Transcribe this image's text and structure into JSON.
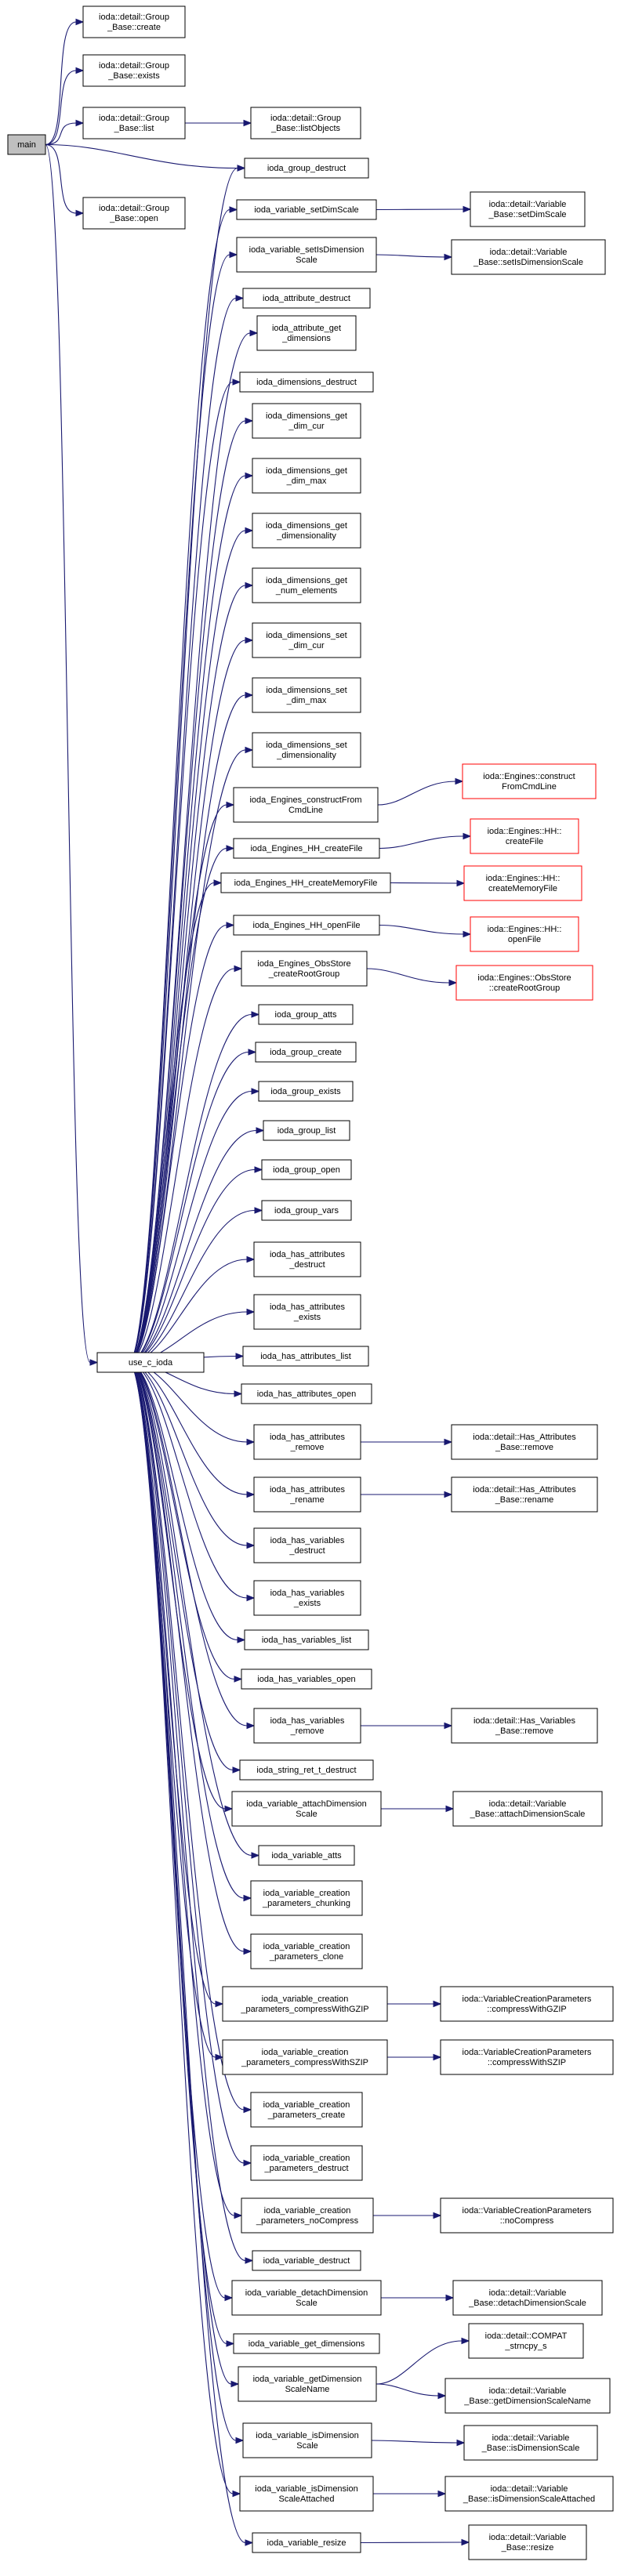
{
  "diagram": {
    "colors": {
      "edge": "#191970",
      "node_border": "#000000",
      "node_fill": "#ffffff",
      "root_fill": "#bfbfbf",
      "external_border": "#ff0000"
    },
    "nodes": [
      {
        "id": "main",
        "lines": [
          "main"
        ],
        "root": true
      },
      {
        "id": "grp_create",
        "lines": [
          "ioda::detail::Group",
          "_Base::create"
        ]
      },
      {
        "id": "grp_exists",
        "lines": [
          "ioda::detail::Group",
          "_Base::exists"
        ]
      },
      {
        "id": "grp_list",
        "lines": [
          "ioda::detail::Group",
          "_Base::list"
        ]
      },
      {
        "id": "grp_listobjects",
        "lines": [
          "ioda::detail::Group",
          "_Base::listObjects"
        ]
      },
      {
        "id": "grp_open",
        "lines": [
          "ioda::detail::Group",
          "_Base::open"
        ]
      },
      {
        "id": "group_destruct",
        "lines": [
          "ioda_group_destruct"
        ]
      },
      {
        "id": "use_c_ioda",
        "lines": [
          "use_c_ioda"
        ]
      },
      {
        "id": "var_setdimscale",
        "lines": [
          "ioda_variable_setDimScale"
        ]
      },
      {
        "id": "vb_setdimscale",
        "lines": [
          "ioda::detail::Variable",
          "_Base::setDimScale"
        ]
      },
      {
        "id": "var_setisdimscale",
        "lines": [
          "ioda_variable_setIsDimension",
          "Scale"
        ]
      },
      {
        "id": "vb_setisdimscale",
        "lines": [
          "ioda::detail::Variable",
          "_Base::setIsDimensionScale"
        ]
      },
      {
        "id": "attr_destruct",
        "lines": [
          "ioda_attribute_destruct"
        ]
      },
      {
        "id": "attr_get_dims",
        "lines": [
          "ioda_attribute_get",
          "_dimensions"
        ]
      },
      {
        "id": "dims_destruct",
        "lines": [
          "ioda_dimensions_destruct"
        ]
      },
      {
        "id": "dims_get_dim_cur",
        "lines": [
          "ioda_dimensions_get",
          "_dim_cur"
        ]
      },
      {
        "id": "dims_get_dim_max",
        "lines": [
          "ioda_dimensions_get",
          "_dim_max"
        ]
      },
      {
        "id": "dims_get_dimensionality",
        "lines": [
          "ioda_dimensions_get",
          "_dimensionality"
        ]
      },
      {
        "id": "dims_get_num_elements",
        "lines": [
          "ioda_dimensions_get",
          "_num_elements"
        ]
      },
      {
        "id": "dims_set_dim_cur",
        "lines": [
          "ioda_dimensions_set",
          "_dim_cur"
        ]
      },
      {
        "id": "dims_set_dim_max",
        "lines": [
          "ioda_dimensions_set",
          "_dim_max"
        ]
      },
      {
        "id": "dims_set_dimensionality",
        "lines": [
          "ioda_dimensions_set",
          "_dimensionality"
        ]
      },
      {
        "id": "eng_construct",
        "lines": [
          "ioda_Engines_constructFrom",
          "CmdLine"
        ]
      },
      {
        "id": "ext_construct",
        "lines": [
          "ioda::Engines::construct",
          "FromCmdLine"
        ],
        "external": true
      },
      {
        "id": "eng_hh_createfile",
        "lines": [
          "ioda_Engines_HH_createFile"
        ]
      },
      {
        "id": "ext_hh_createfile",
        "lines": [
          "ioda::Engines::HH::",
          "createFile"
        ],
        "external": true
      },
      {
        "id": "eng_hh_creatememfile",
        "lines": [
          "ioda_Engines_HH_createMemoryFile"
        ]
      },
      {
        "id": "ext_hh_creatememfile",
        "lines": [
          "ioda::Engines::HH::",
          "createMemoryFile"
        ],
        "external": true
      },
      {
        "id": "eng_hh_openfile",
        "lines": [
          "ioda_Engines_HH_openFile"
        ]
      },
      {
        "id": "ext_hh_openfile",
        "lines": [
          "ioda::Engines::HH::",
          "openFile"
        ],
        "external": true
      },
      {
        "id": "eng_obsstore",
        "lines": [
          "ioda_Engines_ObsStore",
          "_createRootGroup"
        ]
      },
      {
        "id": "ext_obsstore",
        "lines": [
          "ioda::Engines::ObsStore",
          "::createRootGroup"
        ],
        "external": true
      },
      {
        "id": "group_atts",
        "lines": [
          "ioda_group_atts"
        ]
      },
      {
        "id": "group_create",
        "lines": [
          "ioda_group_create"
        ]
      },
      {
        "id": "group_exists",
        "lines": [
          "ioda_group_exists"
        ]
      },
      {
        "id": "group_list",
        "lines": [
          "ioda_group_list"
        ]
      },
      {
        "id": "group_open",
        "lines": [
          "ioda_group_open"
        ]
      },
      {
        "id": "group_vars",
        "lines": [
          "ioda_group_vars"
        ]
      },
      {
        "id": "ha_destruct",
        "lines": [
          "ioda_has_attributes",
          "_destruct"
        ]
      },
      {
        "id": "ha_exists",
        "lines": [
          "ioda_has_attributes",
          "_exists"
        ]
      },
      {
        "id": "ha_list",
        "lines": [
          "ioda_has_attributes_list"
        ]
      },
      {
        "id": "ha_open",
        "lines": [
          "ioda_has_attributes_open"
        ]
      },
      {
        "id": "ha_remove",
        "lines": [
          "ioda_has_attributes",
          "_remove"
        ]
      },
      {
        "id": "hab_remove",
        "lines": [
          "ioda::detail::Has_Attributes",
          "_Base::remove"
        ]
      },
      {
        "id": "ha_rename",
        "lines": [
          "ioda_has_attributes",
          "_rename"
        ]
      },
      {
        "id": "hab_rename",
        "lines": [
          "ioda::detail::Has_Attributes",
          "_Base::rename"
        ]
      },
      {
        "id": "hv_destruct",
        "lines": [
          "ioda_has_variables",
          "_destruct"
        ]
      },
      {
        "id": "hv_exists",
        "lines": [
          "ioda_has_variables",
          "_exists"
        ]
      },
      {
        "id": "hv_list",
        "lines": [
          "ioda_has_variables_list"
        ]
      },
      {
        "id": "hv_open",
        "lines": [
          "ioda_has_variables_open"
        ]
      },
      {
        "id": "hv_remove",
        "lines": [
          "ioda_has_variables",
          "_remove"
        ]
      },
      {
        "id": "hvb_remove",
        "lines": [
          "ioda::detail::Has_Variables",
          "_Base::remove"
        ]
      },
      {
        "id": "string_ret",
        "lines": [
          "ioda_string_ret_t_destruct"
        ]
      },
      {
        "id": "var_attachdimscale",
        "lines": [
          "ioda_variable_attachDimension",
          "Scale"
        ]
      },
      {
        "id": "vb_attachdimscale",
        "lines": [
          "ioda::detail::Variable",
          "_Base::attachDimensionScale"
        ]
      },
      {
        "id": "var_atts",
        "lines": [
          "ioda_variable_atts"
        ]
      },
      {
        "id": "vcp_chunking",
        "lines": [
          "ioda_variable_creation",
          "_parameters_chunking"
        ]
      },
      {
        "id": "vcp_clone",
        "lines": [
          "ioda_variable_creation",
          "_parameters_clone"
        ]
      },
      {
        "id": "vcp_gzip",
        "lines": [
          "ioda_variable_creation",
          "_parameters_compressWithGZIP"
        ]
      },
      {
        "id": "ext_gzip",
        "lines": [
          "ioda::VariableCreationParameters",
          "::compressWithGZIP"
        ]
      },
      {
        "id": "vcp_szip",
        "lines": [
          "ioda_variable_creation",
          "_parameters_compressWithSZIP"
        ]
      },
      {
        "id": "ext_szip",
        "lines": [
          "ioda::VariableCreationParameters",
          "::compressWithSZIP"
        ]
      },
      {
        "id": "vcp_create",
        "lines": [
          "ioda_variable_creation",
          "_parameters_create"
        ]
      },
      {
        "id": "vcp_destruct",
        "lines": [
          "ioda_variable_creation",
          "_parameters_destruct"
        ]
      },
      {
        "id": "vcp_nocompress",
        "lines": [
          "ioda_variable_creation",
          "_parameters_noCompress"
        ]
      },
      {
        "id": "ext_nocompress",
        "lines": [
          "ioda::VariableCreationParameters",
          "::noCompress"
        ]
      },
      {
        "id": "var_destruct",
        "lines": [
          "ioda_variable_destruct"
        ]
      },
      {
        "id": "var_detachdimscale",
        "lines": [
          "ioda_variable_detachDimension",
          "Scale"
        ]
      },
      {
        "id": "vb_detachdimscale",
        "lines": [
          "ioda::detail::Variable",
          "_Base::detachDimensionScale"
        ]
      },
      {
        "id": "var_get_dims",
        "lines": [
          "ioda_variable_get_dimensions"
        ]
      },
      {
        "id": "var_getdimscalename",
        "lines": [
          "ioda_variable_getDimension",
          "ScaleName"
        ]
      },
      {
        "id": "compat_strncpy",
        "lines": [
          "ioda::detail::COMPAT",
          "_strncpy_s"
        ]
      },
      {
        "id": "vb_getdimscalename",
        "lines": [
          "ioda::detail::Variable",
          "_Base::getDimensionScaleName"
        ]
      },
      {
        "id": "var_isdimscale",
        "lines": [
          "ioda_variable_isDimension",
          "Scale"
        ]
      },
      {
        "id": "vb_isdimscale",
        "lines": [
          "ioda::detail::Variable",
          "_Base::isDimensionScale"
        ]
      },
      {
        "id": "var_isdimscaleattached",
        "lines": [
          "ioda_variable_isDimension",
          "ScaleAttached"
        ]
      },
      {
        "id": "vb_isdimscaleattached",
        "lines": [
          "ioda::detail::Variable",
          "_Base::isDimensionScaleAttached"
        ]
      },
      {
        "id": "var_resize",
        "lines": [
          "ioda_variable_resize"
        ]
      },
      {
        "id": "vb_resize",
        "lines": [
          "ioda::detail::Variable",
          "_Base::resize"
        ]
      }
    ],
    "edges": [
      [
        "main",
        "grp_create"
      ],
      [
        "main",
        "grp_exists"
      ],
      [
        "main",
        "grp_list"
      ],
      [
        "main",
        "group_destruct"
      ],
      [
        "main",
        "grp_open"
      ],
      [
        "main",
        "use_c_ioda"
      ],
      [
        "grp_list",
        "grp_listobjects"
      ],
      [
        "use_c_ioda",
        "group_destruct"
      ],
      [
        "use_c_ioda",
        "var_setdimscale"
      ],
      [
        "use_c_ioda",
        "var_setisdimscale"
      ],
      [
        "use_c_ioda",
        "attr_destruct"
      ],
      [
        "use_c_ioda",
        "attr_get_dims"
      ],
      [
        "use_c_ioda",
        "dims_destruct"
      ],
      [
        "use_c_ioda",
        "dims_get_dim_cur"
      ],
      [
        "use_c_ioda",
        "dims_get_dim_max"
      ],
      [
        "use_c_ioda",
        "dims_get_dimensionality"
      ],
      [
        "use_c_ioda",
        "dims_get_num_elements"
      ],
      [
        "use_c_ioda",
        "dims_set_dim_cur"
      ],
      [
        "use_c_ioda",
        "dims_set_dim_max"
      ],
      [
        "use_c_ioda",
        "dims_set_dimensionality"
      ],
      [
        "use_c_ioda",
        "eng_construct"
      ],
      [
        "use_c_ioda",
        "eng_hh_createfile"
      ],
      [
        "use_c_ioda",
        "eng_hh_creatememfile"
      ],
      [
        "use_c_ioda",
        "eng_hh_openfile"
      ],
      [
        "use_c_ioda",
        "eng_obsstore"
      ],
      [
        "use_c_ioda",
        "group_atts"
      ],
      [
        "use_c_ioda",
        "group_create"
      ],
      [
        "use_c_ioda",
        "group_exists"
      ],
      [
        "use_c_ioda",
        "group_list"
      ],
      [
        "use_c_ioda",
        "group_open"
      ],
      [
        "use_c_ioda",
        "group_vars"
      ],
      [
        "use_c_ioda",
        "ha_destruct"
      ],
      [
        "use_c_ioda",
        "ha_exists"
      ],
      [
        "use_c_ioda",
        "ha_list"
      ],
      [
        "use_c_ioda",
        "ha_open"
      ],
      [
        "use_c_ioda",
        "ha_remove"
      ],
      [
        "use_c_ioda",
        "ha_rename"
      ],
      [
        "use_c_ioda",
        "hv_destruct"
      ],
      [
        "use_c_ioda",
        "hv_exists"
      ],
      [
        "use_c_ioda",
        "hv_list"
      ],
      [
        "use_c_ioda",
        "hv_open"
      ],
      [
        "use_c_ioda",
        "hv_remove"
      ],
      [
        "use_c_ioda",
        "string_ret"
      ],
      [
        "use_c_ioda",
        "var_attachdimscale"
      ],
      [
        "use_c_ioda",
        "var_atts"
      ],
      [
        "use_c_ioda",
        "vcp_chunking"
      ],
      [
        "use_c_ioda",
        "vcp_clone"
      ],
      [
        "use_c_ioda",
        "vcp_gzip"
      ],
      [
        "use_c_ioda",
        "vcp_szip"
      ],
      [
        "use_c_ioda",
        "vcp_create"
      ],
      [
        "use_c_ioda",
        "vcp_destruct"
      ],
      [
        "use_c_ioda",
        "vcp_nocompress"
      ],
      [
        "use_c_ioda",
        "var_destruct"
      ],
      [
        "use_c_ioda",
        "var_detachdimscale"
      ],
      [
        "use_c_ioda",
        "var_get_dims"
      ],
      [
        "use_c_ioda",
        "var_getdimscalename"
      ],
      [
        "use_c_ioda",
        "var_isdimscale"
      ],
      [
        "use_c_ioda",
        "var_isdimscaleattached"
      ],
      [
        "use_c_ioda",
        "var_resize"
      ],
      [
        "var_setdimscale",
        "vb_setdimscale"
      ],
      [
        "var_setisdimscale",
        "vb_setisdimscale"
      ],
      [
        "eng_construct",
        "ext_construct"
      ],
      [
        "eng_hh_createfile",
        "ext_hh_createfile"
      ],
      [
        "eng_hh_creatememfile",
        "ext_hh_creatememfile"
      ],
      [
        "eng_hh_openfile",
        "ext_hh_openfile"
      ],
      [
        "eng_obsstore",
        "ext_obsstore"
      ],
      [
        "ha_remove",
        "hab_remove"
      ],
      [
        "ha_rename",
        "hab_rename"
      ],
      [
        "hv_remove",
        "hvb_remove"
      ],
      [
        "var_attachdimscale",
        "vb_attachdimscale"
      ],
      [
        "vcp_gzip",
        "ext_gzip"
      ],
      [
        "vcp_szip",
        "ext_szip"
      ],
      [
        "vcp_nocompress",
        "ext_nocompress"
      ],
      [
        "var_detachdimscale",
        "vb_detachdimscale"
      ],
      [
        "var_getdimscalename",
        "compat_strncpy"
      ],
      [
        "var_getdimscalename",
        "vb_getdimscalename"
      ],
      [
        "var_isdimscale",
        "vb_isdimscale"
      ],
      [
        "var_isdimscaleattached",
        "vb_isdimscaleattached"
      ],
      [
        "var_resize",
        "vb_resize"
      ]
    ]
  }
}
